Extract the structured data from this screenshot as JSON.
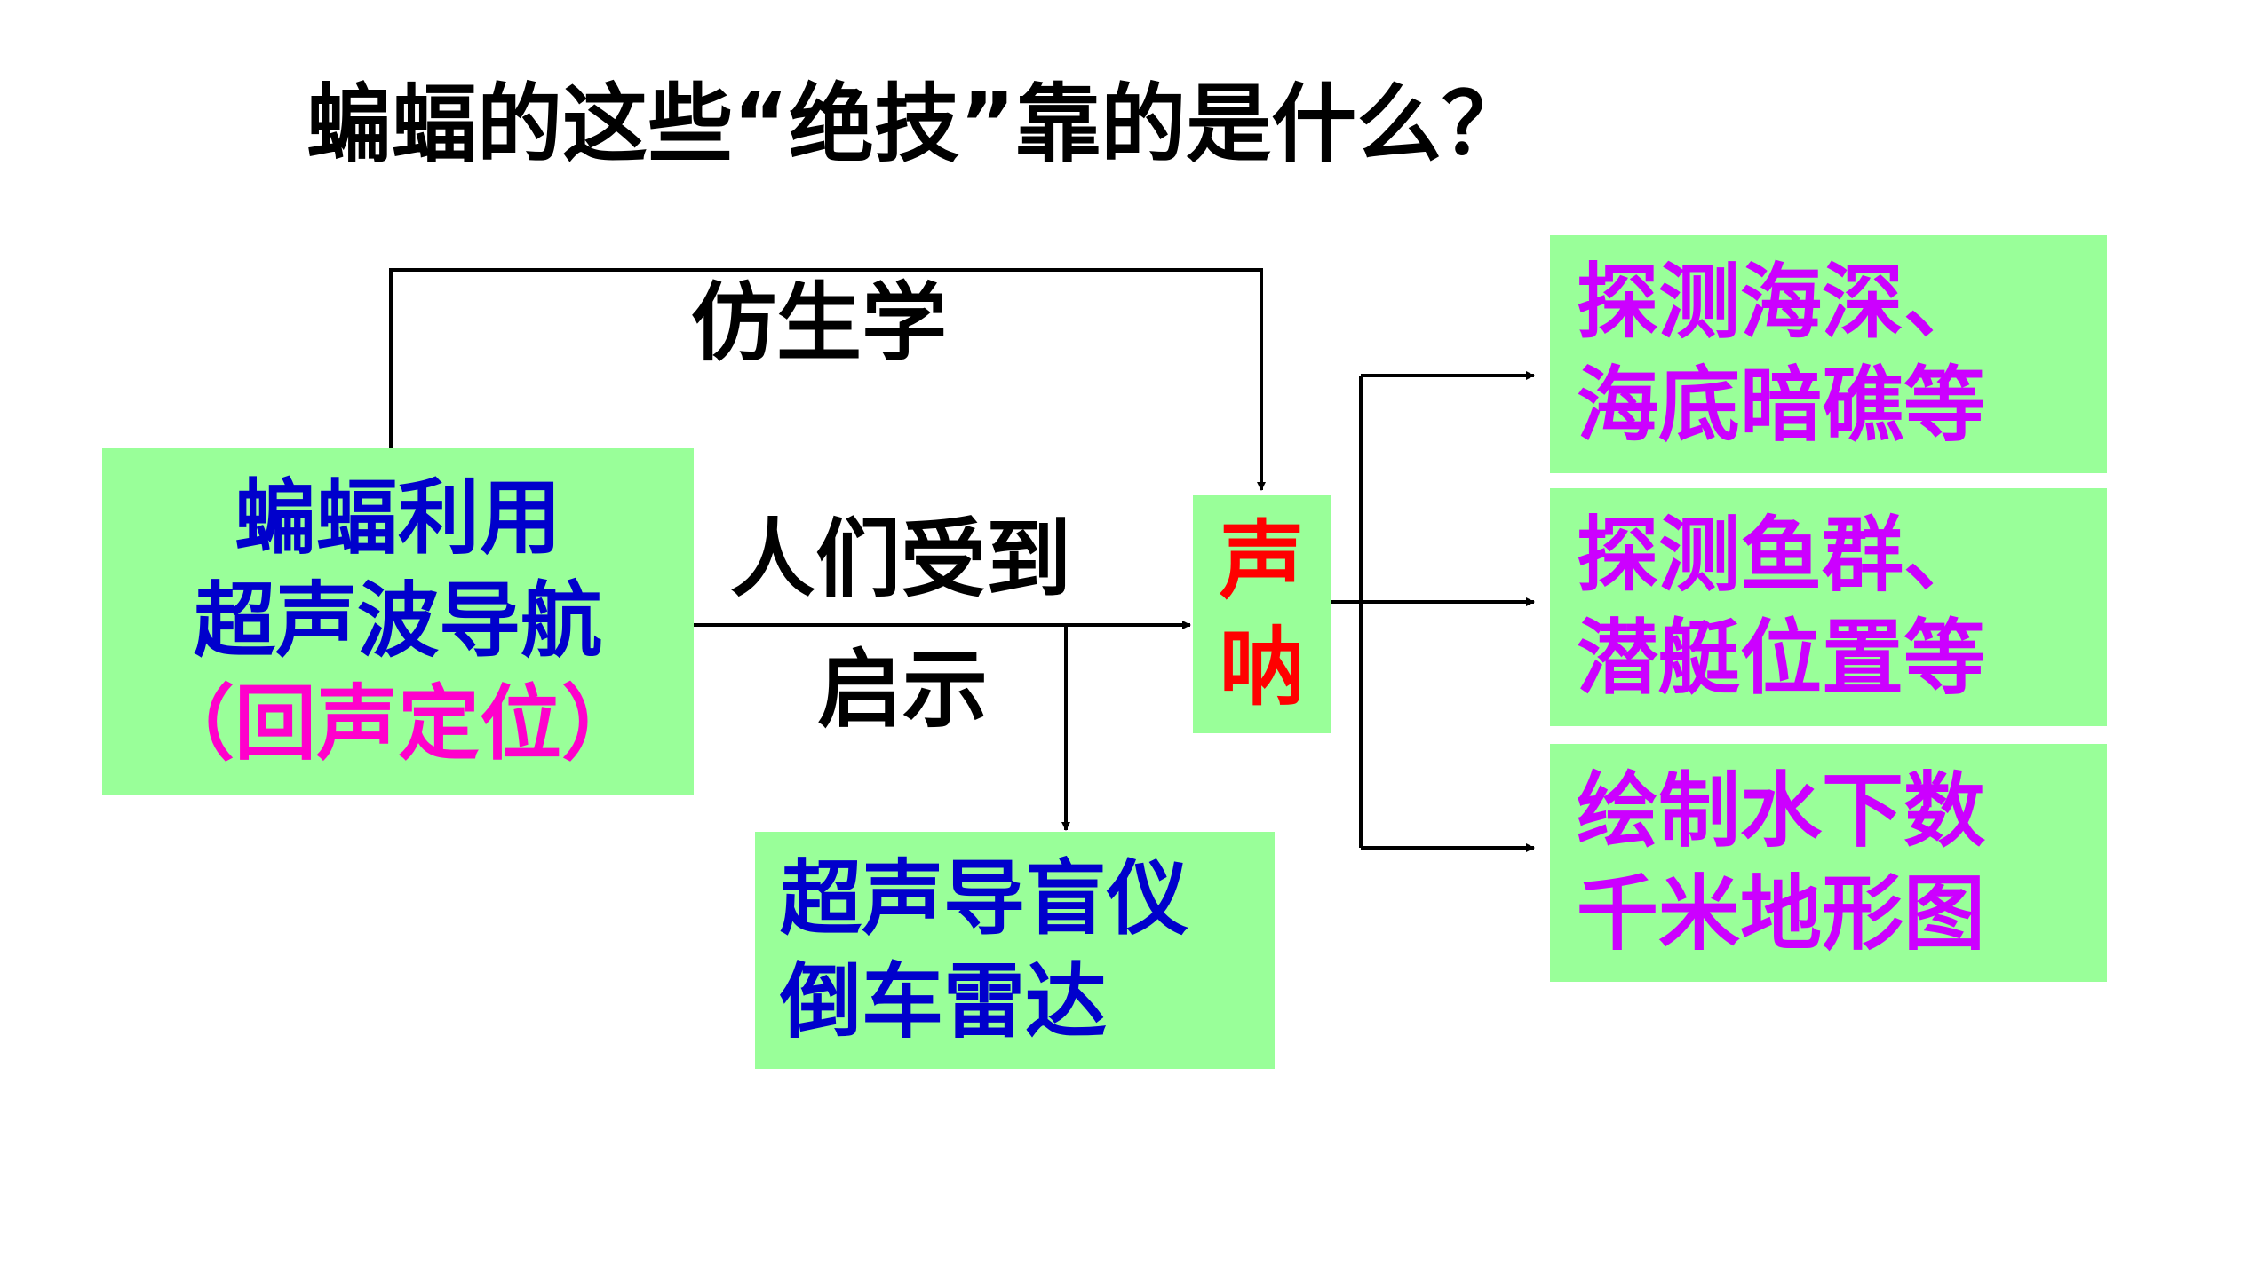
{
  "title": "蝙蝠的这些“绝技”靠的是什么？",
  "labels": {
    "bionics": "仿生学",
    "inspired_line1": "人们受到",
    "inspired_line2": "启示"
  },
  "boxes": {
    "bat": {
      "line1": "蝙蝠利用",
      "line2": "超声波导航",
      "line3": "（回声定位）"
    },
    "sonar": {
      "char1": "声",
      "char2": "呐"
    },
    "devices": {
      "line1": "超声导盲仪",
      "line2": "倒车雷达"
    },
    "use_depth": {
      "line1": "探测海深、",
      "line2": "海底暗礁等"
    },
    "use_fish": {
      "line1": "探测鱼群、",
      "line2": "潜艇位置等"
    },
    "use_map": {
      "line1": "绘制水下数",
      "line2": "千米地形图"
    }
  },
  "colors": {
    "box_fill": "#99ff99",
    "blue_text": "#0000cc",
    "magenta_text": "#cc00ff",
    "pink_text": "#ff00cc",
    "red_text": "#ff0000",
    "line": "#000000"
  }
}
